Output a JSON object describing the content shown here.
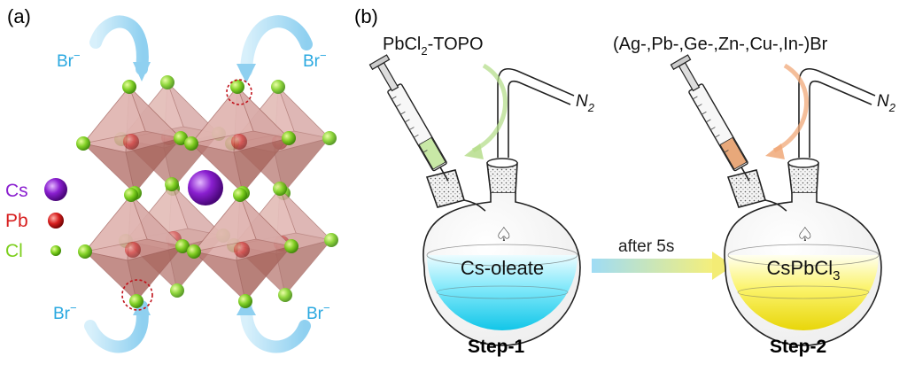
{
  "panel_a": {
    "label": "(a)",
    "legend": [
      {
        "element": "Cs",
        "color": "#8a1fd0"
      },
      {
        "element": "Pb",
        "color": "#d71e1e"
      },
      {
        "element": "Cl",
        "color": "#7ccf1c"
      }
    ],
    "anion_label": "Br",
    "anion_charge": "−"
  },
  "panel_b": {
    "label": "(b)",
    "left_syringe_label": "PbCl",
    "left_syringe_sub": "2",
    "left_syringe_tail": "-TOPO",
    "right_syringe_label": "(Ag-,Pb-,Ge-,Zn-,Cu-,In-)Br",
    "gas_label": "N",
    "gas_sub": "2",
    "left_flask_content": "Cs-oleate",
    "arrow_label": "after 5s",
    "right_flask_content": "CsPbCl",
    "right_flask_sub": "3",
    "step1_label": "Step-1",
    "step2_label": "Step-2"
  },
  "colors": {
    "arrow_blue": "#9fd6f2",
    "label_blue": "#29a8e0",
    "cyan_solution": "#21d3f0",
    "yellow_solution": "#f3e219",
    "octahedron": "#c98e8a"
  }
}
